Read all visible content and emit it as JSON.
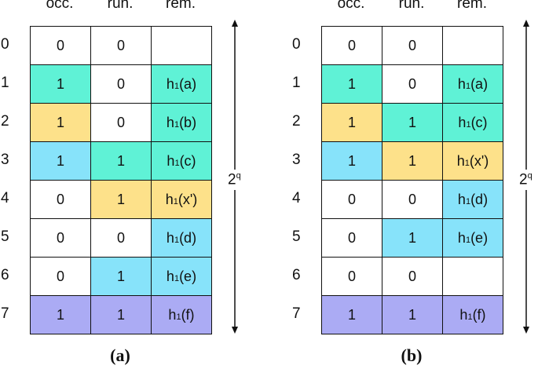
{
  "columns": [
    "occ.",
    "run.",
    "rem."
  ],
  "row_labels": [
    "0",
    "1",
    "2",
    "3",
    "4",
    "5",
    "6",
    "7"
  ],
  "span_label": {
    "base": "2",
    "exp": "q"
  },
  "colors": {
    "teal": "#5ff2d6",
    "yellow": "#fde18a",
    "blue": "#87e3fa",
    "purple": "#ababf4",
    "white": "#ffffff"
  },
  "panels": [
    {
      "caption": "(a)",
      "rows": [
        {
          "occ": {
            "v": "0",
            "c": "white"
          },
          "run": {
            "v": "0",
            "c": "white"
          },
          "rem": {
            "v": "",
            "c": "white"
          }
        },
        {
          "occ": {
            "v": "1",
            "c": "teal"
          },
          "run": {
            "v": "0",
            "c": "white"
          },
          "rem": {
            "v": "a",
            "c": "teal"
          }
        },
        {
          "occ": {
            "v": "1",
            "c": "yellow"
          },
          "run": {
            "v": "0",
            "c": "white"
          },
          "rem": {
            "v": "b",
            "c": "teal"
          }
        },
        {
          "occ": {
            "v": "1",
            "c": "blue"
          },
          "run": {
            "v": "1",
            "c": "teal"
          },
          "rem": {
            "v": "c",
            "c": "teal"
          }
        },
        {
          "occ": {
            "v": "0",
            "c": "white"
          },
          "run": {
            "v": "1",
            "c": "yellow"
          },
          "rem": {
            "v": "x'",
            "c": "yellow"
          }
        },
        {
          "occ": {
            "v": "0",
            "c": "white"
          },
          "run": {
            "v": "0",
            "c": "white"
          },
          "rem": {
            "v": "d",
            "c": "blue"
          }
        },
        {
          "occ": {
            "v": "0",
            "c": "white"
          },
          "run": {
            "v": "1",
            "c": "blue"
          },
          "rem": {
            "v": "e",
            "c": "blue"
          }
        },
        {
          "occ": {
            "v": "1",
            "c": "purple"
          },
          "run": {
            "v": "1",
            "c": "purple"
          },
          "rem": {
            "v": "f",
            "c": "purple"
          }
        }
      ]
    },
    {
      "caption": "(b)",
      "rows": [
        {
          "occ": {
            "v": "0",
            "c": "white"
          },
          "run": {
            "v": "0",
            "c": "white"
          },
          "rem": {
            "v": "",
            "c": "white"
          }
        },
        {
          "occ": {
            "v": "1",
            "c": "teal"
          },
          "run": {
            "v": "0",
            "c": "white"
          },
          "rem": {
            "v": "a",
            "c": "teal"
          }
        },
        {
          "occ": {
            "v": "1",
            "c": "yellow"
          },
          "run": {
            "v": "1",
            "c": "teal"
          },
          "rem": {
            "v": "c",
            "c": "teal"
          }
        },
        {
          "occ": {
            "v": "1",
            "c": "blue"
          },
          "run": {
            "v": "1",
            "c": "yellow"
          },
          "rem": {
            "v": "x'",
            "c": "yellow"
          }
        },
        {
          "occ": {
            "v": "0",
            "c": "white"
          },
          "run": {
            "v": "0",
            "c": "white"
          },
          "rem": {
            "v": "d",
            "c": "blue"
          }
        },
        {
          "occ": {
            "v": "0",
            "c": "white"
          },
          "run": {
            "v": "1",
            "c": "blue"
          },
          "rem": {
            "v": "e",
            "c": "blue"
          }
        },
        {
          "occ": {
            "v": "0",
            "c": "white"
          },
          "run": {
            "v": "0",
            "c": "white"
          },
          "rem": {
            "v": "",
            "c": "white"
          }
        },
        {
          "occ": {
            "v": "1",
            "c": "purple"
          },
          "run": {
            "v": "1",
            "c": "purple"
          },
          "rem": {
            "v": "f",
            "c": "purple"
          }
        }
      ]
    }
  ]
}
